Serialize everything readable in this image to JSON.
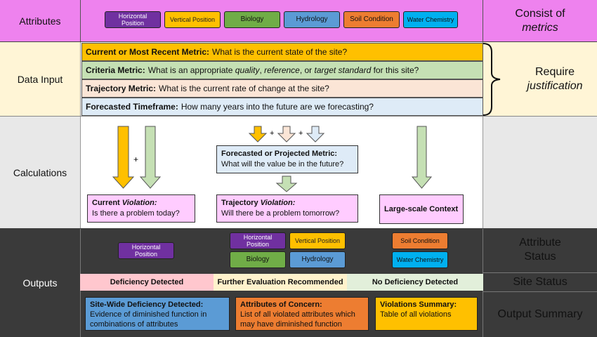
{
  "rows": {
    "attributes": "Attributes",
    "data_input": "Data Input",
    "calculations": "Calculations",
    "outputs": "Outputs"
  },
  "right": {
    "consist_line1": "Consist of",
    "consist_line2": "metrics",
    "require_line1": "Require",
    "require_line2": "justification",
    "attribute_status_line1": "Attribute",
    "attribute_status_line2": "Status",
    "site_status": "Site Status",
    "output_summary": "Output Summary"
  },
  "attributes": {
    "horizontal": "Horizontal Position",
    "vertical": "Vertical Position",
    "biology": "Biology",
    "hydrology": "Hydrology",
    "soil": "Soil Condition",
    "water": "Water Chemistry"
  },
  "inputs": {
    "current_bold": "Current or Most Recent Metric:",
    "current_text": "What is the current state of the site?",
    "criteria_bold": "Criteria Metric:",
    "criteria_pre": "What is an appropriate",
    "criteria_quality": "quality",
    "criteria_reference": "reference",
    "criteria_or": ", or",
    "criteria_target": "target standard",
    "criteria_post": "for this site?",
    "trajectory_bold": "Trajectory Metric:",
    "trajectory_text": "What is the current rate of change at the site?",
    "forecast_bold": "Forecasted Timeframe:",
    "forecast_text": "How many years into the future are we forecasting?"
  },
  "calc": {
    "plus": "+",
    "forecast_title": "Forecasted or Projected Metric:",
    "forecast_q": "What will the value be in the future?",
    "current_title_a": "Current",
    "current_title_b": "Violation:",
    "current_q": "Is there a problem today?",
    "traj_title_a": "Trajectory",
    "traj_title_b": "Violation:",
    "traj_q": "Will there be a problem tomorrow?",
    "large_scale": "Large-scale Context"
  },
  "status": {
    "deficiency": "Deficiency Detected",
    "further": "Further Evaluation Recommended",
    "none": "No Deficiency Detected"
  },
  "summary": {
    "sitewide_title": "Site-Wide Deficiency Detected:",
    "sitewide_text": "Evidence of diminished function in combinations of attributes",
    "concern_title": "Attributes of Concern:",
    "concern_text": "List of all violated attributes which may have diminished function",
    "violations_title": "Violations Summary:",
    "violations_text": "Table of all violations"
  },
  "colors": {
    "magenta": "#ee82ee",
    "yellow": "#ffc000",
    "green": "#70ad47",
    "blue": "#5b9bd5",
    "orange": "#ed7d31",
    "cyan": "#00b0f0",
    "purple": "#7030a0",
    "arrow_green": "#c5e0b4",
    "arrow_peach": "#fbe5d6",
    "arrow_blue": "#deebf7"
  }
}
